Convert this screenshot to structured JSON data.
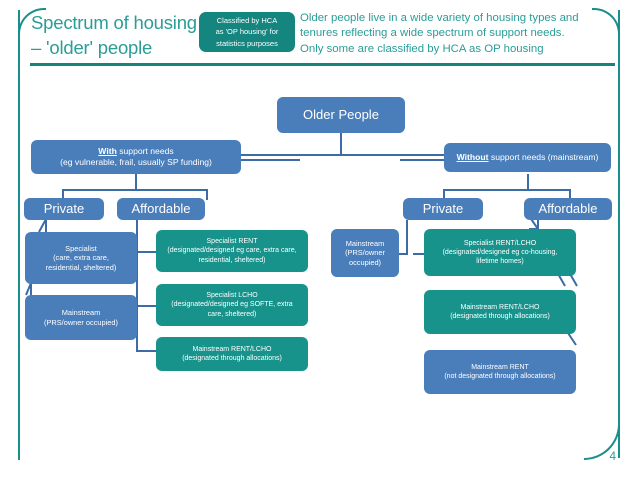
{
  "slide": {
    "title_line1": "Spectrum of housing",
    "title_line2": "– 'older' people",
    "page_number": "4",
    "badge": {
      "line1": "Classified by HCA",
      "line2": "as 'OP housing' for",
      "line3": "statistics purposes"
    },
    "note": {
      "line1": "Older people live in a wide variety of housing types and",
      "line2": "tenures reflecting a wide spectrum of support needs.",
      "line3": "Only some are classified by HCA as OP housing"
    }
  },
  "colors": {
    "teal": "#17938c",
    "blue": "#4a7ebb",
    "accent_rule": "#15837f",
    "title_text": "#2a9d97"
  },
  "diagram": {
    "root": {
      "label": "Older People"
    },
    "with_support": {
      "line1_bold": "With",
      "line1_rest": " support needs",
      "line2": "(eg vulnerable, frail, usually SP funding)"
    },
    "without_support": {
      "line1_bold": "Without",
      "line1_rest": " support needs (mainstream)"
    },
    "left_branch": {
      "private_label": "Private",
      "affordable_label": "Affordable",
      "private_children": [
        {
          "line1": "Specialist",
          "line2": "(care, extra care,",
          "line3": "residential, sheltered)"
        },
        {
          "line1": "Mainstream",
          "line2": "(PRS/owner occupied)"
        }
      ],
      "affordable_children": [
        {
          "line1": "Specialist RENT",
          "line2": "(designated/designed eg care, extra care,",
          "line3": "residential, sheltered)"
        },
        {
          "line1": "Specialist LCHO",
          "line2": "(designated/designed eg SOFTE, extra",
          "line3": "care, sheltered)"
        },
        {
          "line1": "Mainstream RENT/LCHO",
          "line2": "(designated through allocations)"
        }
      ]
    },
    "right_branch": {
      "private_label": "Private",
      "affordable_label": "Affordable",
      "private_children": [
        {
          "line1": "Mainstream",
          "line2": "(PRS/owner",
          "line3": "occupied)"
        }
      ],
      "affordable_children": [
        {
          "line1": "Specialist RENT/LCHO",
          "line2": "(designated/designed eg co-housing,",
          "line3": "lifetime homes)"
        },
        {
          "line1": "Mainstream RENT/LCHO",
          "line2": "(designated through allocations)"
        },
        {
          "line1": "Mainstream RENT",
          "line2": "(not designated through allocations)"
        }
      ]
    }
  }
}
